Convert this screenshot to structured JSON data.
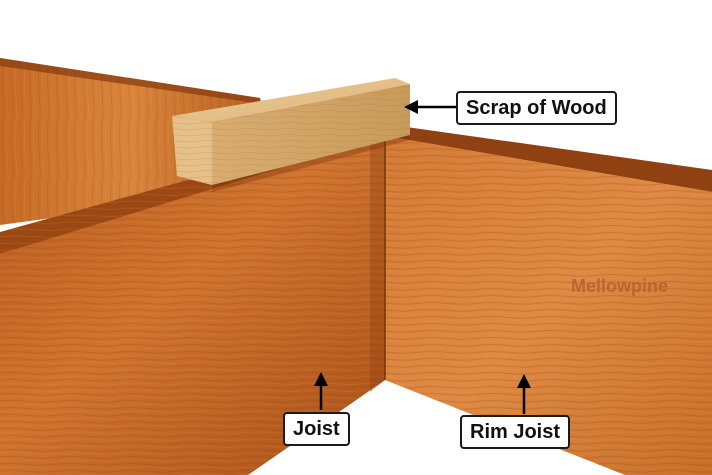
{
  "labels": {
    "scrap": "Scrap of Wood",
    "joist": "Joist",
    "rim_joist": "Rim Joist"
  },
  "watermark": "Mellowpine",
  "colors": {
    "wood_dark": "#a8511a",
    "wood_mid": "#c7732f",
    "wood_light": "#dc8c45",
    "scrap_wood": "#e0b478",
    "arrow": "#000000"
  }
}
